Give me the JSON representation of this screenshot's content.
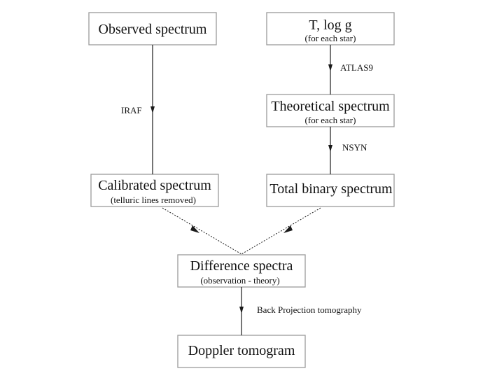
{
  "nodes": {
    "observed": {
      "title": "Observed spectrum",
      "subtitle": ""
    },
    "tlogg": {
      "title": "T,  log g",
      "subtitle": "(for each star)"
    },
    "theoretical": {
      "title": "Theoretical spectrum",
      "subtitle": "(for each star)"
    },
    "calibrated": {
      "title": "Calibrated spectrum",
      "subtitle": "(telluric lines removed)"
    },
    "total": {
      "title": "Total binary spectrum",
      "subtitle": ""
    },
    "difference": {
      "title": "Difference spectra",
      "subtitle": "(observation - theory)"
    },
    "doppler": {
      "title": "Doppler tomogram",
      "subtitle": ""
    }
  },
  "edges": {
    "iraf": "IRAF",
    "atlas9": "ATLAS9",
    "nsyn": "NSYN",
    "backprojection": "Back Projection tomography"
  },
  "colors": {
    "box_border": "#9a9a9a",
    "line": "#1a1a1a",
    "text": "#111111",
    "background": "#ffffff"
  }
}
